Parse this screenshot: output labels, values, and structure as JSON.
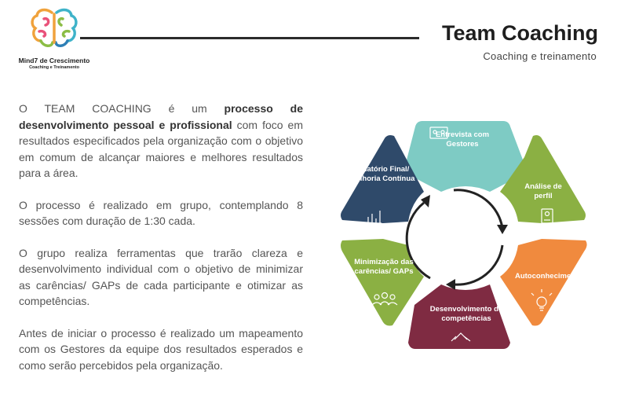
{
  "brand": {
    "name": "Mind7 de Crescimento",
    "tagline": "Coaching e Treinamento"
  },
  "header": {
    "title": "Team Coaching",
    "subtitle": "Coaching e treinamento"
  },
  "body": {
    "p1_start": "O TEAM COACHING é um ",
    "p1_bold": "processo de desenvolvimento pessoal e profissional",
    "p1_end": " com foco em resultados especificados pela organização com o objetivo em comum de alcançar maiores e melhores resultados para a área.",
    "p2": "O processo é realizado em grupo, contemplando 8 sessões com duração de 1:30 cada.",
    "p3": "O grupo realiza ferramentas que trarão clareza e desenvolvimento individual com o objetivo de minimizar as carências/ GAPs de cada participante e otimizar as competências.",
    "p4": "Antes de iniciar o processo é realizado um mapeamento com os Gestores da equipe dos resultados esperados e como serão percebidos pela organização."
  },
  "cycle": {
    "steps": [
      {
        "label": "Entrevista com Gestores",
        "color": "#7ecbc4",
        "icon": "meeting-icon"
      },
      {
        "label": "Análise de perfil",
        "color": "#8bb043",
        "icon": "profile-document-icon"
      },
      {
        "label": "Autoconhecimento",
        "color": "#f08a3e",
        "icon": "lightbulb-icon"
      },
      {
        "label": "Desenvolvimento de competências",
        "color": "#7f2b42",
        "icon": "handshake-icon"
      },
      {
        "label": "Minimização das carências/ GAPs",
        "color": "#8bb043",
        "icon": "group-icon"
      },
      {
        "label": "Relatório Final/ Melhoria Contínua",
        "color": "#2f4a6a",
        "icon": "bar-chart-icon"
      }
    ]
  }
}
